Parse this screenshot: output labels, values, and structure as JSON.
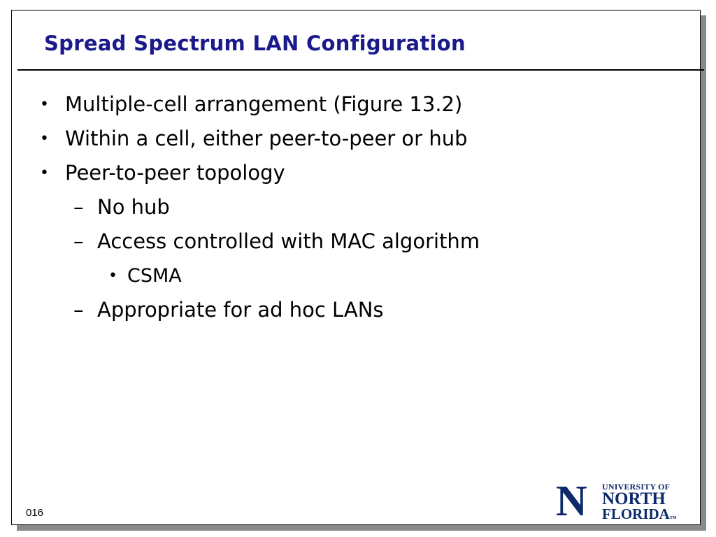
{
  "slide": {
    "title": "Spread Spectrum LAN Configuration",
    "items": [
      {
        "level": 1,
        "marker": "•",
        "text": "Multiple-cell arrangement (Figure 13.2)"
      },
      {
        "level": 1,
        "marker": "•",
        "text": "Within a cell, either peer-to-peer or hub"
      },
      {
        "level": 1,
        "marker": "•",
        "text": "Peer-to-peer topology"
      },
      {
        "level": 2,
        "marker": "–",
        "text": "No hub"
      },
      {
        "level": 2,
        "marker": "–",
        "text": "Access controlled with MAC algorithm"
      },
      {
        "level": 3,
        "marker": "•",
        "text": "CSMA"
      },
      {
        "level": 2,
        "marker": "–",
        "text": "Appropriate for ad hoc LANs"
      }
    ],
    "page_number": "016"
  },
  "logo": {
    "n": "N",
    "line1": "UNIVERSITY OF",
    "line2": "NORTH",
    "line3": "FLORIDA",
    "tm": "TM"
  },
  "colors": {
    "title": "#1a1a8c",
    "logo": "#0d2a6b",
    "shadow": "#8a8a8a"
  }
}
